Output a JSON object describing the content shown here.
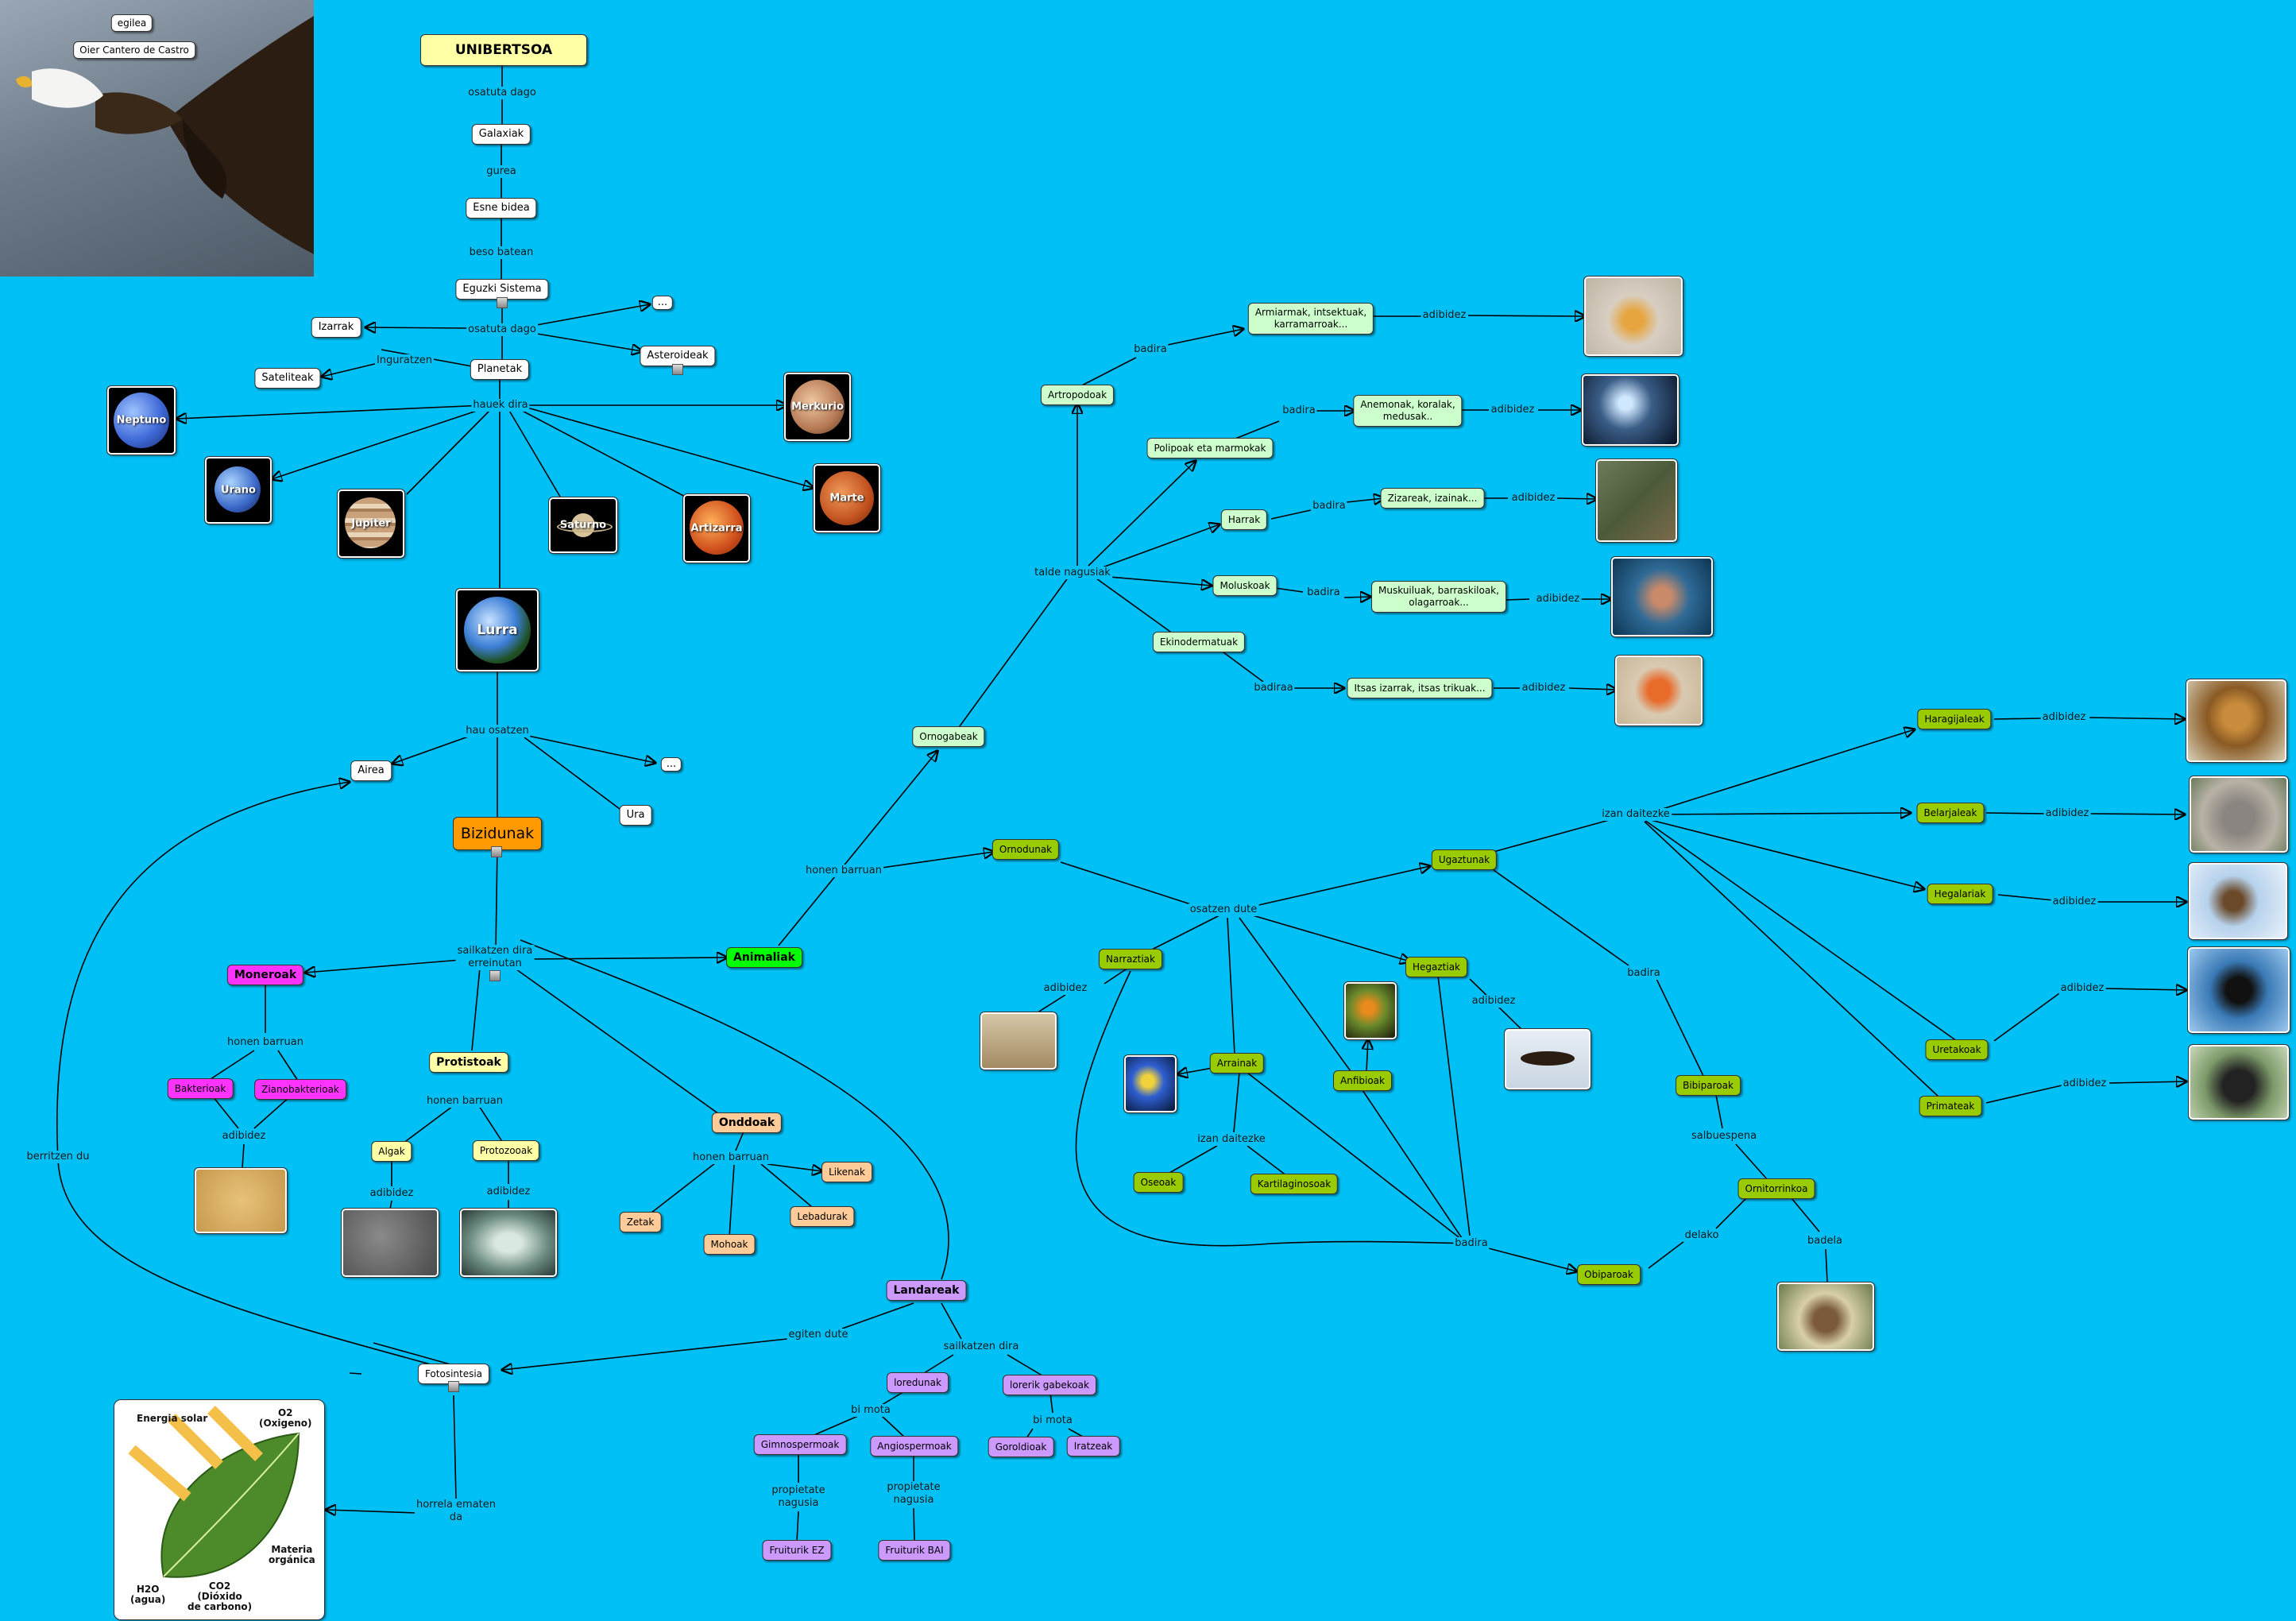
{
  "title": "UNIBERTSOA",
  "author": {
    "label": "egilea",
    "name": "Oier Cantero de Castro"
  },
  "nodes": {
    "galaxiak": "Galaxiak",
    "esne_bidea": "Esne bidea",
    "eguzki_sistema": "Eguzki Sistema",
    "izarrak": "Izarrak",
    "planetak": "Planetak",
    "sateliteak": "Sateliteak",
    "dots1": "...",
    "asteroideak": "Asteroideak",
    "airea": "Airea",
    "dots2": "...",
    "ura": "Ura",
    "bizidunak": "Bizidunak",
    "moneroak": "Moneroak",
    "bakterioak": "Bakterioak",
    "zianobakterioak": "Zianobakterioak",
    "protistoak": "Protistoak",
    "algak": "Algak",
    "protozooak": "Protozooak",
    "onddoak": "Onddoak",
    "likenak": "Likenak",
    "zetak": "Zetak",
    "lebadurak": "Lebadurak",
    "mohoak": "Mohoak",
    "animaliak": "Animaliak",
    "ornogabeak": "Ornogabeak",
    "artropodoak": "Artropodoak",
    "polipoak": "Polipoak eta marmokak",
    "harrak": "Harrak",
    "moluskoak": "Moluskoak",
    "ekinodermatuak": "Ekinodermatuak",
    "armiarmak": "Armiarmak, intsektuak,\nkarramarroak...",
    "anemonak": "Anemonak, koralak,\nmedusak..",
    "zizareak": "Zizareak, izainak...",
    "muskuiluak": "Muskuiluak, barraskiloak,\nolagarroak...",
    "itsas_izarrak": "Itsas izarrak, itsas trikuak...",
    "ornodunak": "Ornodunak",
    "narraztiak": "Narraztiak",
    "arrainak": "Arrainak",
    "anfibioak": "Anfibioak",
    "hegaztiak": "Hegaztiak",
    "ugaztunak": "Ugaztunak",
    "oseoak": "Oseoak",
    "kartilaginosoak": "Kartilaginosoak",
    "haragijaleak": "Haragijaleak",
    "belarjaleak": "Belarjaleak",
    "hegalariak": "Hegalariak",
    "uretakoak": "Uretakoak",
    "primateak": "Primateak",
    "bibiparoak": "Bibiparoak",
    "ornitorrinkoa": "Ornitorrinkoa",
    "obiparoak": "Obiparoak",
    "landareak": "Landareak",
    "loredunak": "loredunak",
    "lorerik_gabekoak": "lorerik gabekoak",
    "gimnospermoak": "Gimnospermoak",
    "angiospermoak": "Angiospermoak",
    "goroldioak": "Goroldioak",
    "iratzeak": "Iratzeak",
    "fruiturik_ez": "Fruiturik EZ",
    "fruiturik_bai": "Fruiturik BAI",
    "fotosintesia": "Fotosintesia"
  },
  "pictures": {
    "neptuno": "Neptuno",
    "urano": "Urano",
    "jupiter": "Jupiter",
    "saturno": "Saturno",
    "artizarra": "Artizarra",
    "merkurio": "Merkurio",
    "marte": "Marte",
    "lurra": "Lurra"
  },
  "photosynthesis_figure": {
    "energia": "Energia solar",
    "o2": "O2\n(Oxigeno)",
    "materia": "Materia\norgánica",
    "h2o": "H2O\n(agua)",
    "co2": "CO2\n(Dióxido\nde carbono)"
  },
  "links": {
    "osatuta_dago": "osatuta dago",
    "gurea": "gurea",
    "beso_batean": "beso batean",
    "osatuta_dago2": "osatuta dago",
    "inguratzen": "Inguratzen",
    "hauek_dira": "hauek dira",
    "hau_osatzen": "hau osatzen",
    "sailkatzen_dira": "sailkatzen dira\nerreinutan",
    "honen_barruan_mon": "honen barruan",
    "adibidez_mon": "adibidez",
    "honen_barruan_prot": "honen barruan",
    "adibidez_algak": "adibidez",
    "adibidez_proto": "adibidez",
    "honen_barruan_ond": "honen barruan",
    "berritzen_du": "berritzen du",
    "honen_barruan_anim": "honen barruan",
    "talde_nagusiak": "talde nagusiak",
    "badira1": "badira",
    "badira2": "badira",
    "badira3": "badira",
    "badira4": "badira",
    "badiraa": "badiraa",
    "adibidez_a": "adibidez",
    "adibidez_b": "adibidez",
    "adibidez_c": "adibidez",
    "adibidez_d": "adibidez",
    "adibidez_e": "adibidez",
    "osatzen_dute": "osatzen dute",
    "adibidez_narr": "adibidez",
    "izan_daitezke_arr": "izan daitezke",
    "adibidez_heg": "adibidez",
    "izan_daitezke_ug": "izan daitezke",
    "adibidez_har": "adibidez",
    "adibidez_bel": "adibidez",
    "adibidez_hegal": "adibidez",
    "adibidez_ure": "adibidez",
    "adibidez_prim": "adibidez",
    "badira_ug": "badira",
    "salbuespena": "salbuespena",
    "delako": "delako",
    "badela": "badela",
    "badira_bottom": "badira",
    "egiten_dute": "egiten dute",
    "sailkatzen_dira_land": "sailkatzen dira",
    "bi_mota1": "bi mota",
    "bi_mota2": "bi mota",
    "propietate1": "propietate\nnagusia",
    "propietate2": "propietate\nnagusia",
    "horrela_ematen": "horrela ematen\nda"
  }
}
